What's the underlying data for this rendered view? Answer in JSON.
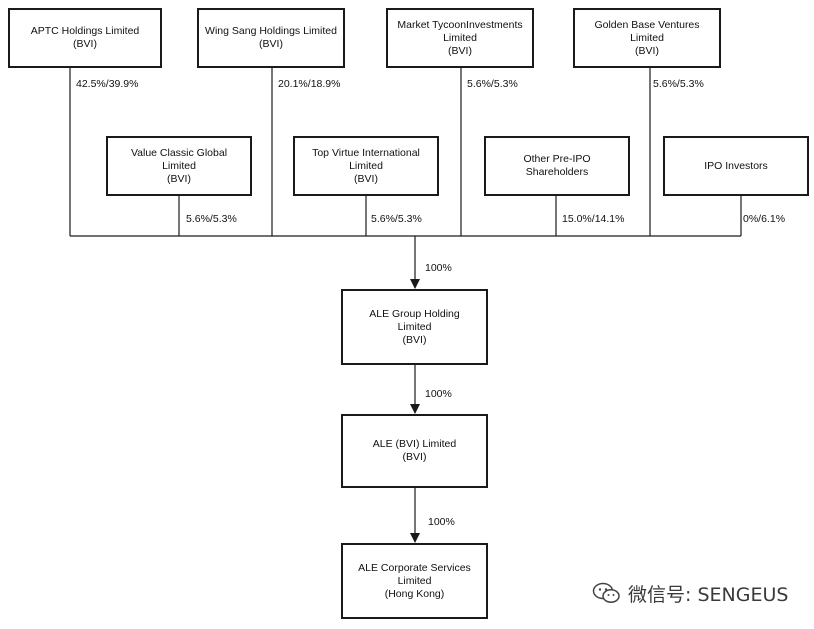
{
  "shareholders": [
    {
      "id": "aptc",
      "lines": [
        "APTC Holdings Limited",
        "(BVI)"
      ],
      "pct": "42.5%/39.9%"
    },
    {
      "id": "wing",
      "lines": [
        "Wing Sang Holdings Limited",
        "(BVI)"
      ],
      "pct": "20.1%/18.9%"
    },
    {
      "id": "market",
      "lines": [
        "Market TycoonInvestments",
        "Limited",
        "(BVI)"
      ],
      "pct": "5.6%/5.3%"
    },
    {
      "id": "golden",
      "lines": [
        "Golden Base Ventures",
        "Limited",
        "(BVI)"
      ],
      "pct": "5.6%/5.3%"
    },
    {
      "id": "value",
      "lines": [
        "Value Classic Global",
        "Limited",
        "(BVI)"
      ],
      "pct": "5.6%/5.3%"
    },
    {
      "id": "top",
      "lines": [
        "Top Virtue International",
        "Limited",
        "(BVI)"
      ],
      "pct": "5.6%/5.3%"
    },
    {
      "id": "other",
      "lines": [
        "Other Pre-IPO",
        "Shareholders"
      ],
      "pct": "15.0%/14.1%"
    },
    {
      "id": "ipo",
      "lines": [
        "IPO Investors"
      ],
      "pct": "0%/6.1%"
    }
  ],
  "chain": [
    {
      "id": "ale-group",
      "lines": [
        "ALE Group Holding",
        "Limited",
        "(BVI)"
      ],
      "pct_above": "100%"
    },
    {
      "id": "ale-bvi",
      "lines": [
        "ALE (BVI) Limited",
        "(BVI)"
      ],
      "pct_above": "100%"
    },
    {
      "id": "ale-corp",
      "lines": [
        "ALE Corporate Services",
        "Limited",
        "(Hong Kong)"
      ],
      "pct_above": "100%"
    }
  ],
  "watermark": {
    "text": "微信号: SENGEUS",
    "icon": "wechat-icon"
  }
}
